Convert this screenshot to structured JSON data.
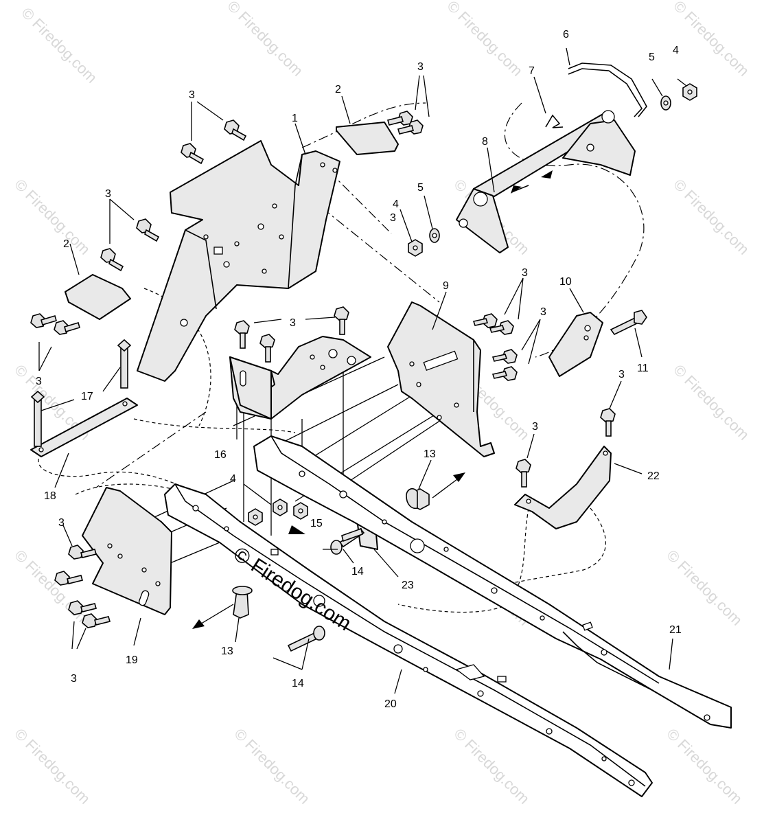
{
  "watermark": {
    "text": "© Firedog.com",
    "center_text": "© Firedog.com"
  },
  "callouts": [
    {
      "id": "c1",
      "text": "1"
    },
    {
      "id": "c2a",
      "text": "2"
    },
    {
      "id": "c2b",
      "text": "2"
    },
    {
      "id": "c3a",
      "text": "3"
    },
    {
      "id": "c3b",
      "text": "3"
    },
    {
      "id": "c3c",
      "text": "3"
    },
    {
      "id": "c3d",
      "text": "3"
    },
    {
      "id": "c3e",
      "text": "3"
    },
    {
      "id": "c3f",
      "text": "3"
    },
    {
      "id": "c3g",
      "text": "3"
    },
    {
      "id": "c3h",
      "text": "3"
    },
    {
      "id": "c3i",
      "text": "3"
    },
    {
      "id": "c3j",
      "text": "3"
    },
    {
      "id": "c3k",
      "text": "3"
    },
    {
      "id": "c3l",
      "text": "3"
    },
    {
      "id": "c4a",
      "text": "4"
    },
    {
      "id": "c4b",
      "text": "4"
    },
    {
      "id": "c4c",
      "text": "4"
    },
    {
      "id": "c5a",
      "text": "5"
    },
    {
      "id": "c5b",
      "text": "5"
    },
    {
      "id": "c6",
      "text": "6"
    },
    {
      "id": "c7",
      "text": "7"
    },
    {
      "id": "c8",
      "text": "8"
    },
    {
      "id": "c9",
      "text": "9"
    },
    {
      "id": "c10",
      "text": "10"
    },
    {
      "id": "c11",
      "text": "11"
    },
    {
      "id": "c13a",
      "text": "13"
    },
    {
      "id": "c13b",
      "text": "13"
    },
    {
      "id": "c14a",
      "text": "14"
    },
    {
      "id": "c14b",
      "text": "14"
    },
    {
      "id": "c15",
      "text": "15"
    },
    {
      "id": "c16",
      "text": "16"
    },
    {
      "id": "c17",
      "text": "17"
    },
    {
      "id": "c18",
      "text": "18"
    },
    {
      "id": "c19",
      "text": "19"
    },
    {
      "id": "c20",
      "text": "20"
    },
    {
      "id": "c21",
      "text": "21"
    },
    {
      "id": "c22",
      "text": "22"
    },
    {
      "id": "c23",
      "text": "23"
    }
  ]
}
